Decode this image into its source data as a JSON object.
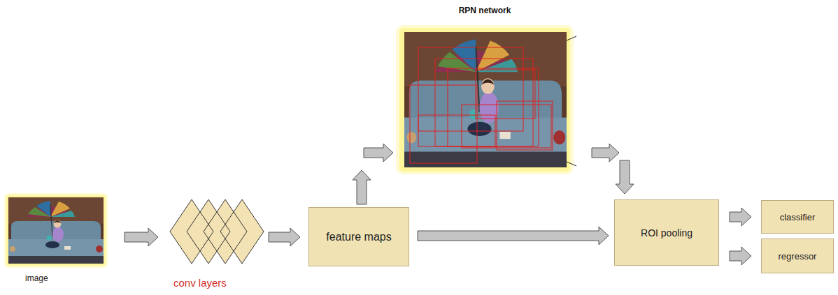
{
  "diagram": {
    "nodes": [
      {
        "text": [
          "image"
        ]
      },
      {
        "text": [
          "conv layers"
        ]
      },
      {
        "text": [
          "feature maps"
        ]
      },
      {
        "text": [
          "RPN network"
        ]
      },
      {
        "text": [
          "ROI pooling"
        ]
      },
      {
        "text": [
          "classifier"
        ]
      },
      {
        "text": [
          "regressor"
        ]
      }
    ],
    "edges": [
      {
        "from": 0,
        "to": 1,
        "arrow": "to"
      },
      {
        "from": 1,
        "to": 2,
        "arrow": "to"
      },
      {
        "from": 2,
        "to": 3,
        "arrow": "to"
      },
      {
        "from": 3,
        "to": 4,
        "arrow": "to"
      },
      {
        "from": 2,
        "to": 4,
        "arrow": "to"
      },
      {
        "from": 4,
        "to": 5,
        "arrow": "to"
      },
      {
        "from": 4,
        "to": 6,
        "arrow": "to"
      }
    ]
  }
}
